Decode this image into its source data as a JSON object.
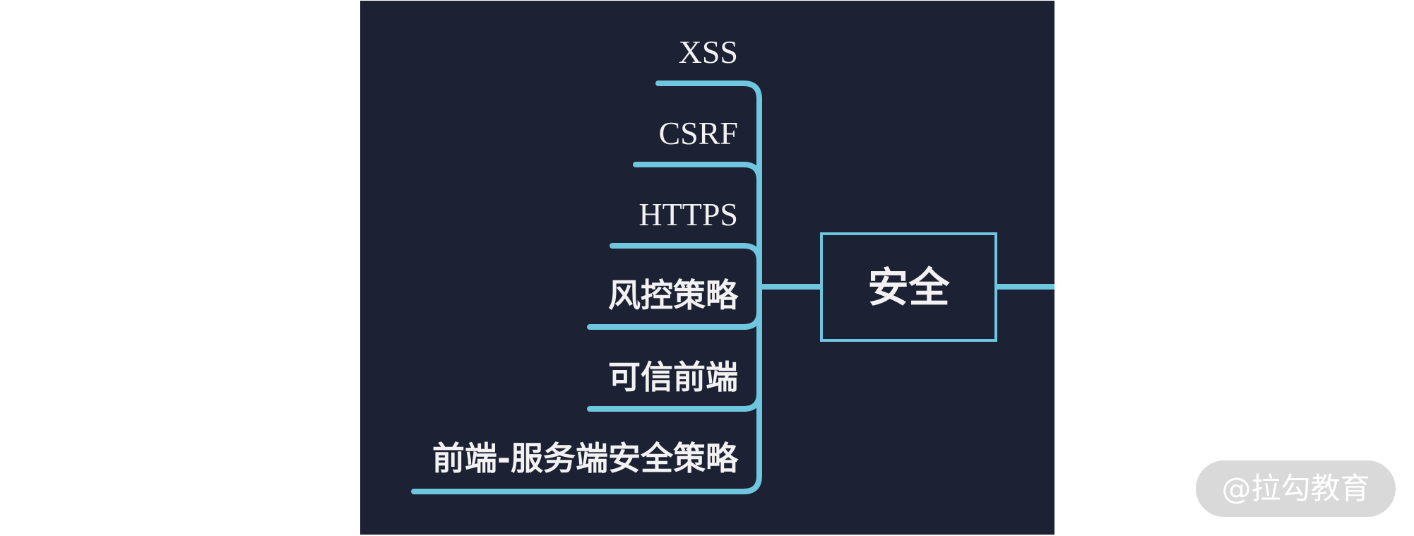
{
  "diagram": {
    "center_node": {
      "label": "安全"
    },
    "branches": [
      {
        "label": "XSS"
      },
      {
        "label": "CSRF"
      },
      {
        "label": "HTTPS"
      },
      {
        "label": "风控策略"
      },
      {
        "label": "可信前端"
      },
      {
        "label": "前端-服务端安全策略"
      }
    ]
  },
  "watermark": {
    "text": "@拉勾教育"
  },
  "colors": {
    "panel_background": "#1c2133",
    "connector": "#6ec6df",
    "label_text": "#f2f2f2",
    "watermark_background": "#d9d9d9"
  }
}
